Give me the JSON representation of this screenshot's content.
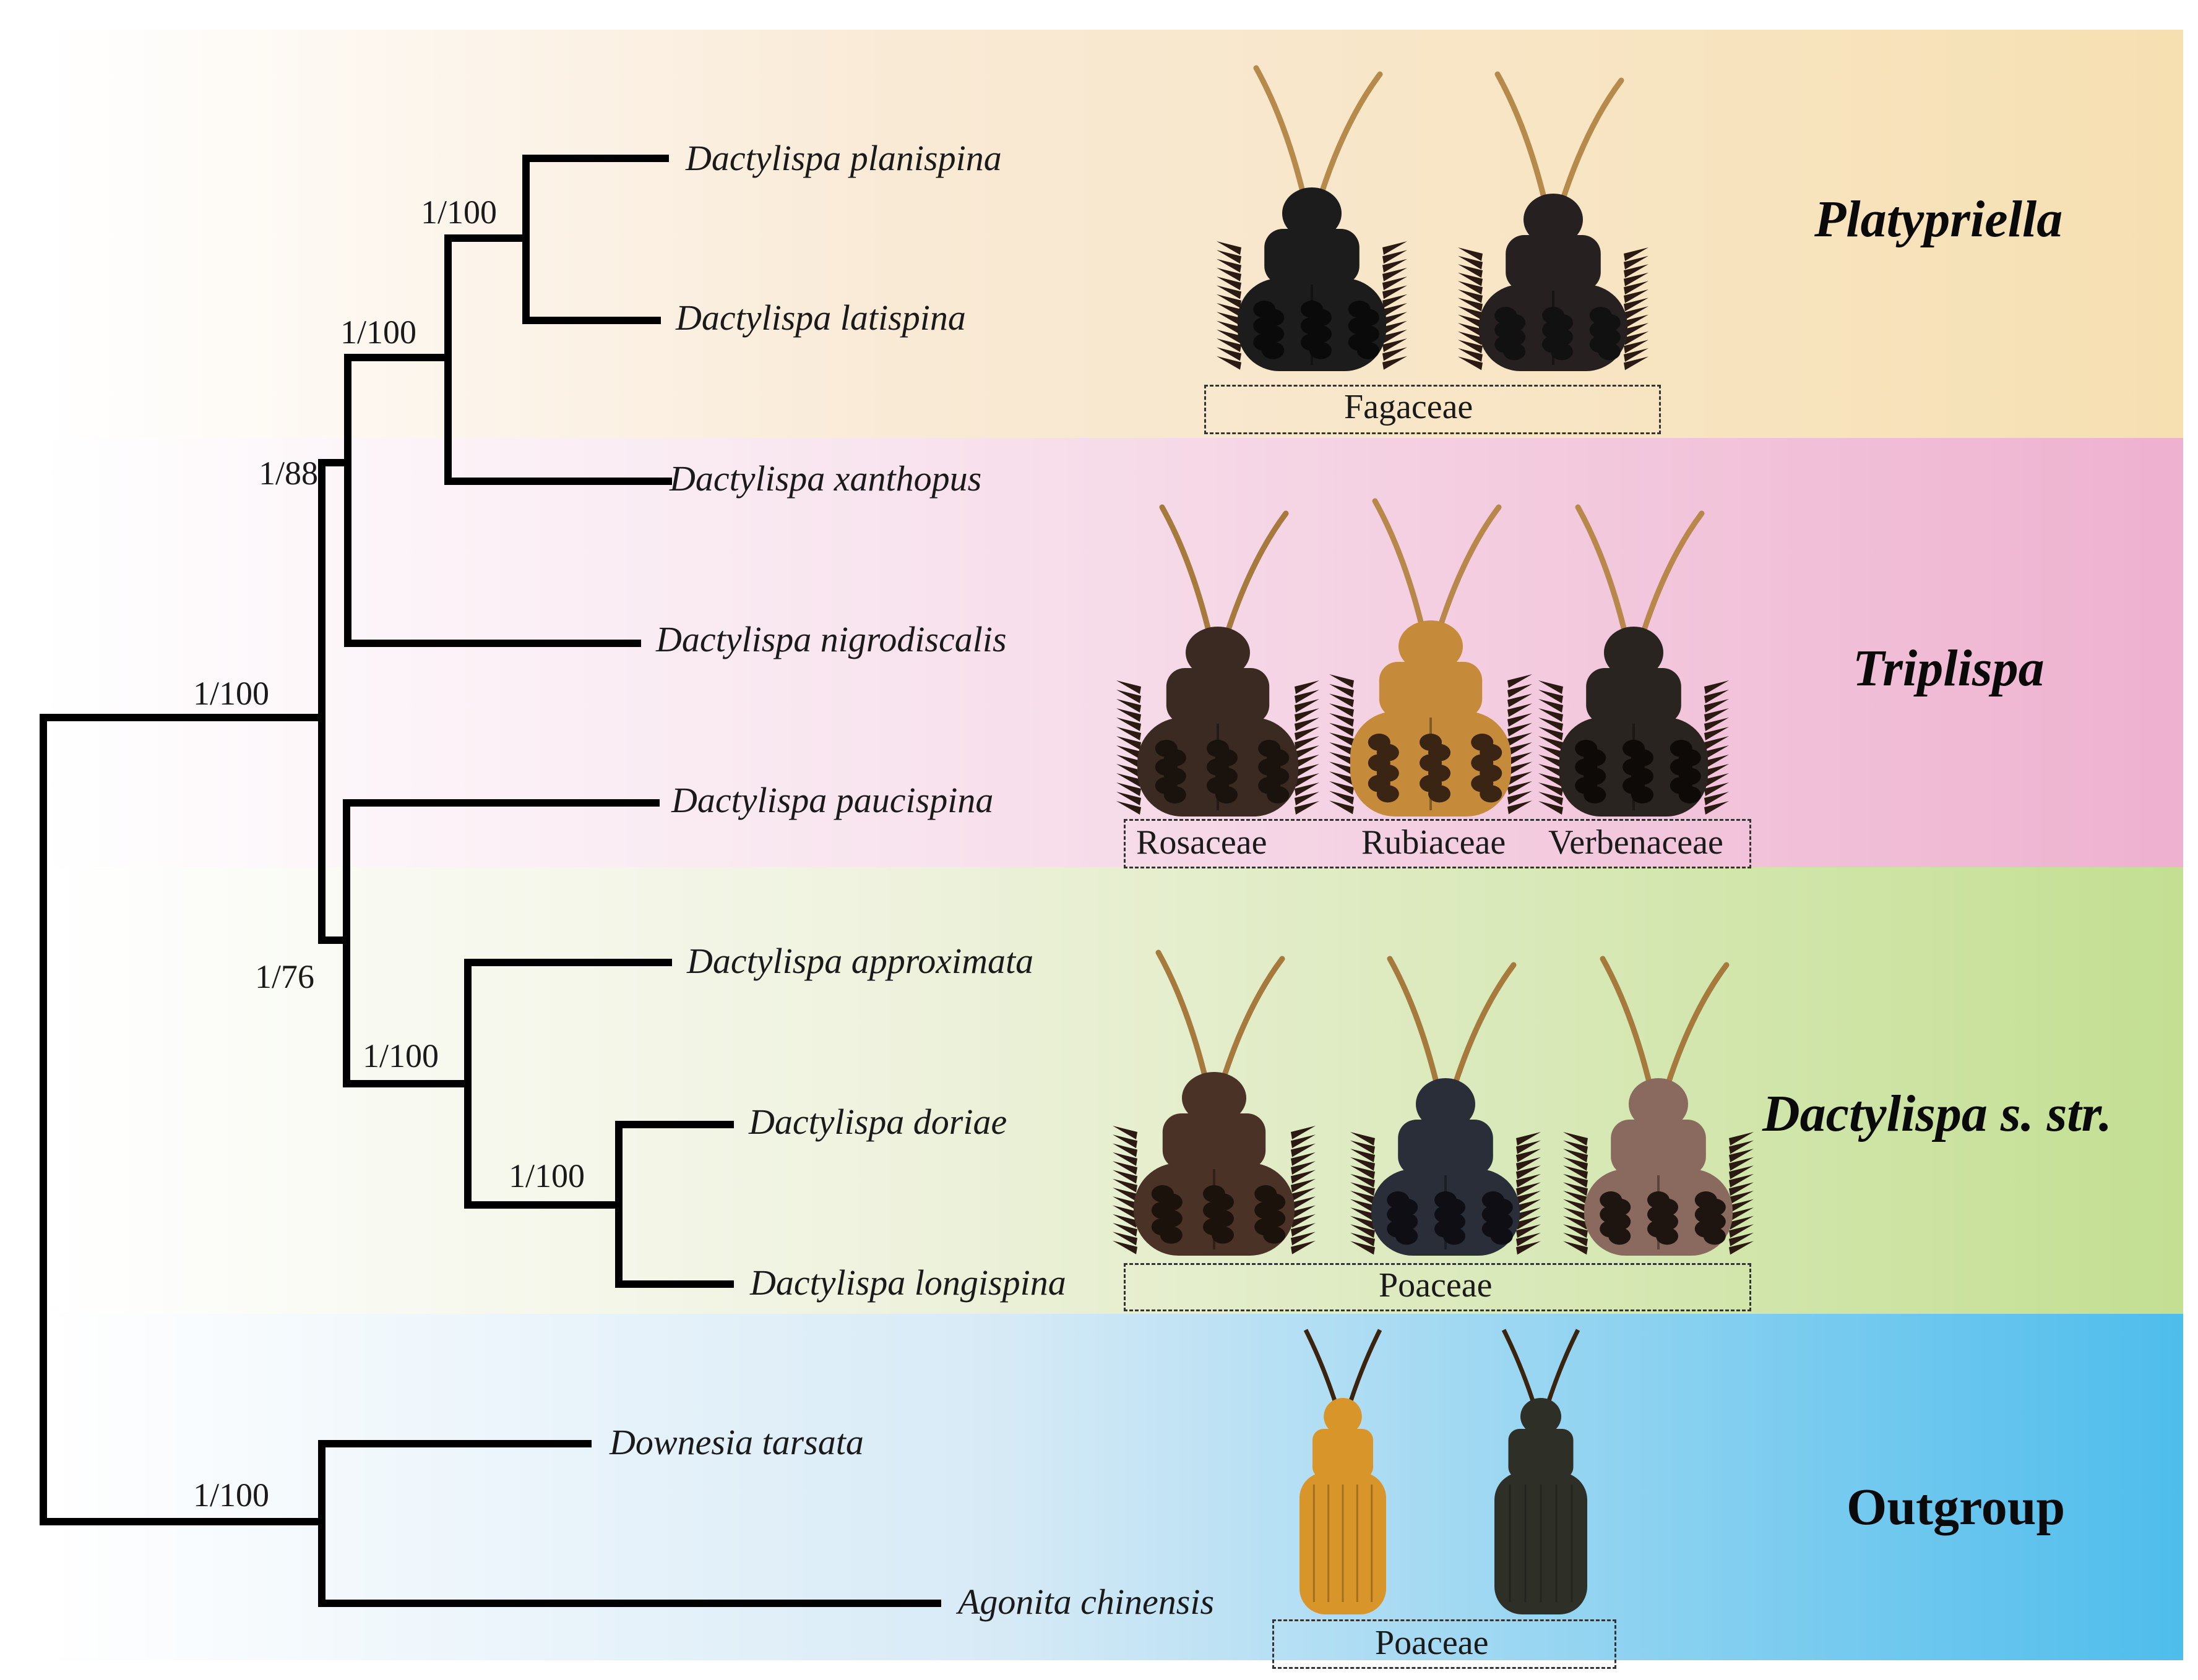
{
  "taxa": [
    "Dactylispa planispina",
    "Dactylispa latispina",
    "Dactylispa xanthopus",
    "Dactylispa nigrodiscalis",
    "Dactylispa paucispina",
    "Dactylispa approximata",
    "Dactylispa doriae",
    "Dactylispa longispina",
    "Downesia tarsata",
    "Agonita chinensis"
  ],
  "support": [
    "1/100",
    "1/100",
    "1/88",
    "1/100",
    "1/76",
    "1/100",
    "1/100",
    "1/100"
  ],
  "clades": [
    {
      "label": "Platypriella",
      "color": "#f6e0b2"
    },
    {
      "label": "Triplispa",
      "color": "#eeb1cf"
    },
    {
      "label": "Dactylispa s. str.",
      "color": "#c3df92"
    },
    {
      "label": "Outgroup",
      "color": "#4ebdec"
    }
  ],
  "hosts": {
    "platypriella": [
      "Fagaceae"
    ],
    "triplispa": [
      "Rosaceae",
      "Rubiaceae",
      "Verbenaceae"
    ],
    "dactylispa": [
      "Poaceae"
    ],
    "outgroup": [
      "Poaceae"
    ]
  },
  "beetle_icons": [
    "spiny-beetle-icon",
    "slender-beetle-icon"
  ]
}
